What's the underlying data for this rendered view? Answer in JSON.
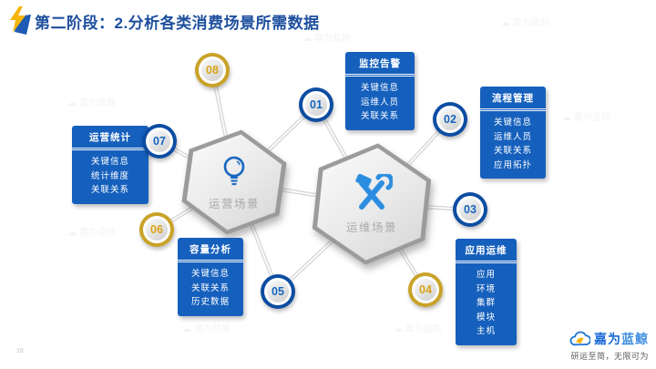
{
  "title": {
    "text": "第二阶段：2.分析各类消费场景所需数据"
  },
  "page_number": "18",
  "watermark": {
    "text": "嘉为蓝鲸"
  },
  "hexagons": [
    {
      "label": "运营场景",
      "icon": "lightbulb-icon"
    },
    {
      "label": "运维场景",
      "icon": "hammer-wrench-icon"
    }
  ],
  "nodes": [
    {
      "num": "01",
      "color": "#0c4da2"
    },
    {
      "num": "02",
      "color": "#0c4da2"
    },
    {
      "num": "03",
      "color": "#0c4da2"
    },
    {
      "num": "04",
      "color": "#c9a227"
    },
    {
      "num": "05",
      "color": "#0c4da2"
    },
    {
      "num": "06",
      "color": "#c9a227"
    },
    {
      "num": "07",
      "color": "#0c4da2"
    },
    {
      "num": "08",
      "color": "#c9a227"
    }
  ],
  "boxes": [
    {
      "title": "监控告警",
      "items": [
        "关键信息",
        "运维人员",
        "关联关系"
      ]
    },
    {
      "title": "流程管理",
      "items": [
        "关键信息",
        "运维人员",
        "关联关系",
        "应用拓扑"
      ]
    },
    {
      "title": "运营统计",
      "items": [
        "关键信息",
        "统计维度",
        "关联关系"
      ]
    },
    {
      "title": "容量分析",
      "items": [
        "关键信息",
        "关联关系",
        "历史数据"
      ]
    },
    {
      "title": "应用运维",
      "items": [
        "应用",
        "环境",
        "集群",
        "模块",
        "主机"
      ]
    }
  ],
  "footer": {
    "brand_part1": "嘉为",
    "brand_part2": "蓝鲸",
    "slogan": "研运至简，无限可为"
  },
  "colors": {
    "box_blue": "#1660bd",
    "node_blue": "#0c4da2",
    "node_gold": "#c9a227",
    "title_blue": "#1d4f9e",
    "line_gray": "#d9d9d9"
  }
}
